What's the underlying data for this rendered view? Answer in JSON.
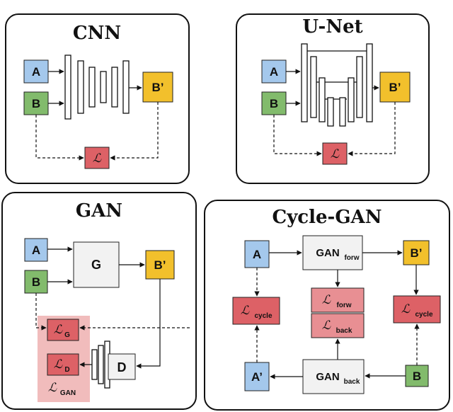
{
  "colors": {
    "input_a": "#a4c8ec",
    "input_b": "#82bb6c",
    "output": "#f2c02c",
    "loss": "#dd6166",
    "loss_light": "#e88f93",
    "gan_region": "#f1bcbc",
    "generator": "#f2f2f2"
  },
  "panels": {
    "cnn": {
      "title": "CNN",
      "input_a": "A",
      "input_b": "B",
      "output": "B’",
      "loss_symbol": "ℒ"
    },
    "unet": {
      "title": "U-Net",
      "input_a": "A",
      "input_b": "B",
      "output": "B’",
      "loss_symbol": "ℒ"
    },
    "gan": {
      "title": "GAN",
      "input_a": "A",
      "input_b": "B",
      "generator": "G",
      "output": "B’",
      "discriminator": "D",
      "loss_g_symbol": "ℒ",
      "loss_g_sub": "G",
      "loss_d_symbol": "ℒ",
      "loss_d_sub": "D",
      "loss_gan_symbol": "ℒ",
      "loss_gan_sub": "GAN"
    },
    "cyclegan": {
      "title": "Cycle-GAN",
      "input_a": "A",
      "output_b": "B’",
      "input_b": "B",
      "output_a": "A’",
      "gan_forw": "GAN",
      "gan_forw_sub": "forw",
      "gan_back": "GAN",
      "gan_back_sub": "back",
      "loss_symbol": "ℒ",
      "loss_cycle_sub": "cycle",
      "loss_forw_sub": "forw",
      "loss_back_sub": "back"
    }
  }
}
